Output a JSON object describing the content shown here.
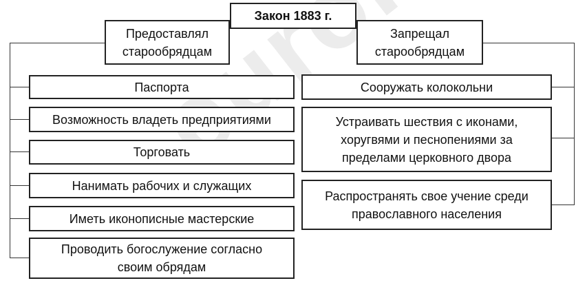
{
  "title": "Закон 1883 г.",
  "left": {
    "header": "Предоставлял\nстарообрядцам",
    "items": [
      "Паспорта",
      "Возможность владеть предприятиями",
      "Торговать",
      "Нанимать рабочих и служащих",
      "Иметь иконописные мастерские",
      "Проводить богослужение согласно\nсвоим обрядам"
    ]
  },
  "right": {
    "header": "Запрещал\nстарообрядцам",
    "items": [
      "Сооружать колокольни",
      "Устраивать шествия с иконами,\nхоругвями и песнопениями за\nпределами церковного двора",
      "Распространять свое учение среди\nправославного населения"
    ]
  },
  "watermark": "euroki"
}
